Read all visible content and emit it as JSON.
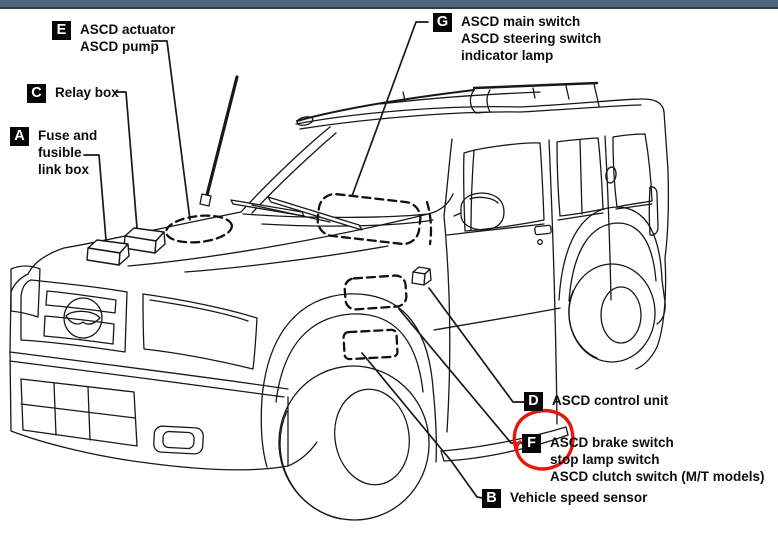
{
  "window": {
    "top_strip_color": "#50657b",
    "top_strip_border_color": "#2c3a49"
  },
  "diagram": {
    "line_color": "#181818",
    "highlight_color": "#e8170d",
    "callouts": [
      {
        "letter": "A",
        "lines": [
          "Fuse and",
          "fusible",
          "link box"
        ]
      },
      {
        "letter": "B",
        "lines": [
          "Vehicle speed sensor"
        ]
      },
      {
        "letter": "C",
        "lines": [
          "Relay box"
        ]
      },
      {
        "letter": "D",
        "lines": [
          "ASCD control unit"
        ]
      },
      {
        "letter": "E",
        "lines": [
          "ASCD actuator",
          "ASCD pump"
        ]
      },
      {
        "letter": "F",
        "lines": [
          "ASCD brake switch",
          "stop lamp switch",
          "ASCD clutch switch (M/T models)"
        ]
      },
      {
        "letter": "G",
        "lines": [
          "ASCD main switch",
          "ASCD steering switch",
          "indicator lamp"
        ]
      }
    ]
  }
}
